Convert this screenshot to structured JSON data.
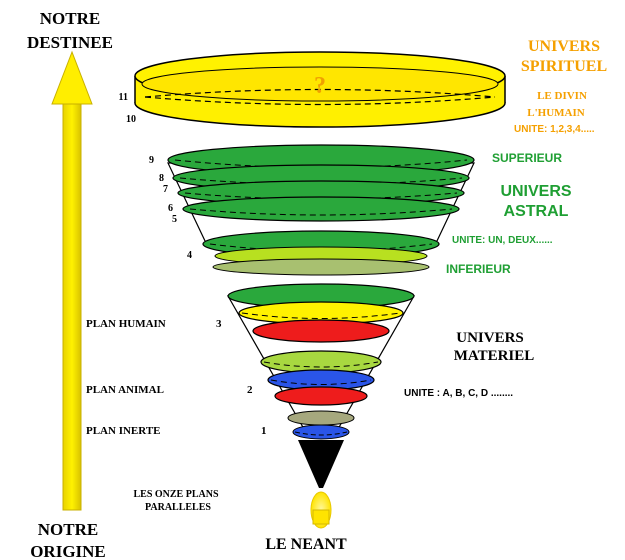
{
  "colors": {
    "yellow": "#ffee00",
    "orange_label": "#f5a000",
    "green": "#23a33a",
    "dark_green": "#1f8f2e",
    "light_green": "#a8d84a",
    "red": "#ee1c1c",
    "blue": "#2a55e8",
    "olive": "#a4a87a",
    "black": "#000000"
  },
  "arrow": {
    "top_label_1": "NOTRE",
    "top_label_2": "DESTINEE",
    "bottom_label_1": "NOTRE",
    "bottom_label_2": "ORIGINE"
  },
  "spiritual": {
    "title_1": "UNIVERS",
    "title_2": "SPIRITUEL",
    "divin": "LE DIVIN",
    "humain": "L'HUMAIN",
    "unite": "UNITE: 1,2,3,4.....",
    "question_mark": "?",
    "plane_11": "11",
    "plane_10": "10"
  },
  "astral": {
    "superieur": "SUPERIEUR",
    "title_1": "UNIVERS",
    "title_2": "ASTRAL",
    "unite": "UNITE: UN, DEUX......",
    "inferieur": "INFERIEUR",
    "plane_9": "9",
    "plane_8": "8",
    "plane_7": "7",
    "plane_6": "6",
    "plane_5": "5",
    "plane_4": "4"
  },
  "material": {
    "title_1": "UNIVERS",
    "title_2": "MATERIEL",
    "unite": "UNITE : A, B, C, D ........",
    "plan_humain": "PLAN HUMAIN",
    "plan_animal": "PLAN ANIMAL",
    "plan_inerte": "PLAN INERTE",
    "plane_3": "3",
    "plane_2": "2",
    "plane_1": "1"
  },
  "bottom": {
    "onze_plans_1": "LES ONZE PLANS",
    "onze_plans_2": "PARALLELES",
    "neant": "LE NEANT"
  }
}
